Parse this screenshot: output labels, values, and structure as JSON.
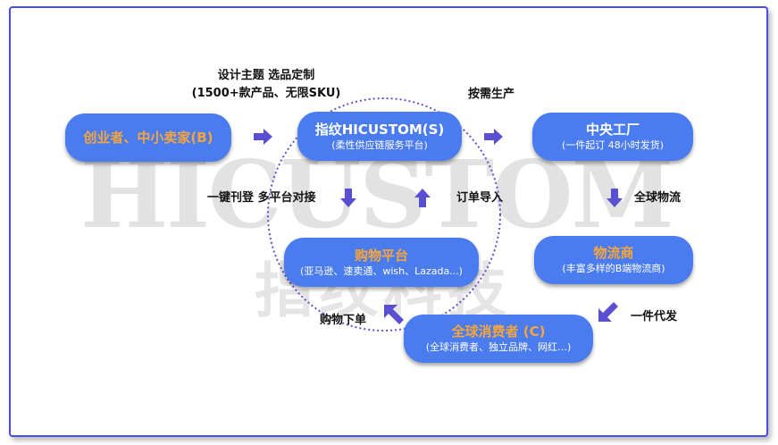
{
  "colors": {
    "node_fill": "#4a7cf0",
    "accent_orange": "#f7a53a",
    "arrow": "#5a4fd0",
    "frame": "#4a4ee0"
  },
  "watermark": {
    "latin": "HICUSTOM",
    "chinese": "指纹科技"
  },
  "nodes": {
    "entrepreneur": {
      "title": "创业者、中小卖家(B)"
    },
    "hicustom": {
      "title": "指纹HICUSTOM(S)",
      "subtitle": "(柔性供应链服务平台)"
    },
    "factory": {
      "title": "中央工厂",
      "subtitle": "(一件起订 48小时发货)"
    },
    "platform": {
      "title": "购物平台",
      "subtitle": "(亚马逊、速卖通、wish、Lazada...)"
    },
    "logistics": {
      "title": "物流商",
      "subtitle": "(丰富多样的B端物流商)"
    },
    "consumer": {
      "title": "全球消费者 (C)",
      "subtitle": "(全球消费者、独立品牌、网红…)"
    }
  },
  "labels": {
    "design_line1": "设计主题 选品定制",
    "design_line2": "(1500+款产品、无限SKU)",
    "on_demand": "按需生产",
    "listing": "一键刊登 多平台对接",
    "order_import": "订单导入",
    "global_logistics": "全球物流",
    "dropship": "一件代发",
    "purchase": "购物下单"
  },
  "icons": {
    "arrow": "arrow-icon"
  }
}
